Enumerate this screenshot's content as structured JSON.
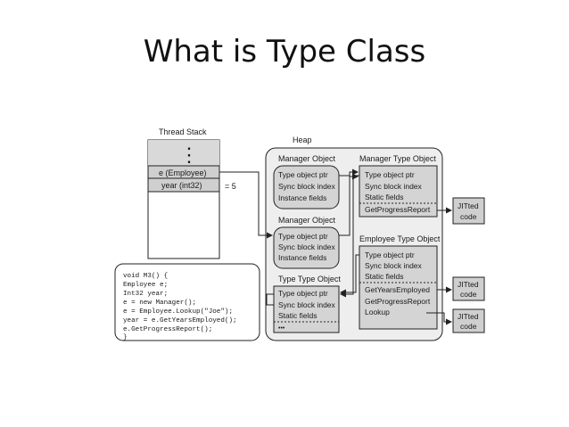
{
  "title": "What is Type Class",
  "thread_stack": {
    "label": "Thread Stack",
    "dots": "⋮",
    "slot_employee": "e (Employee)",
    "slot_year": "year (int32)",
    "year_equals": "= 5"
  },
  "heap": {
    "label": "Heap",
    "manager_object_1": {
      "label": "Manager Object",
      "fields": [
        "Type object ptr",
        "Sync block index",
        "Instance fields"
      ]
    },
    "manager_object_2": {
      "label": "Manager Object",
      "fields": [
        "Type object ptr",
        "Sync block index",
        "Instance fields"
      ]
    },
    "type_type_object": {
      "label": "Type Type Object",
      "fields": [
        "Type object ptr",
        "Sync block index",
        "Static fields"
      ],
      "ellipsis": "•••"
    },
    "manager_type_object": {
      "label": "Manager Type Object",
      "fields": [
        "Type object ptr",
        "Sync block index",
        "Static fields"
      ],
      "methods": [
        "GetProgressReport"
      ]
    },
    "employee_type_object": {
      "label": "Employee Type Object",
      "fields": [
        "Type object ptr",
        "Sync block index",
        "Static fields"
      ],
      "methods": [
        "GetYearsEmployed",
        "GetProgressReport",
        "Lookup"
      ]
    }
  },
  "jitted": [
    {
      "line1": "JITted",
      "line2": "code"
    },
    {
      "line1": "JITted",
      "line2": "code"
    },
    {
      "line1": "JITted",
      "line2": "code"
    }
  ],
  "code": {
    "lines": [
      "void M3()  {",
      "  Employee e;",
      "  Int32 year;",
      "  e = new Manager();",
      "  e = Employee.Lookup(\"Joe\");",
      "  year = e.GetYearsEmployed();",
      "  e.GetProgressReport();",
      "}"
    ]
  }
}
